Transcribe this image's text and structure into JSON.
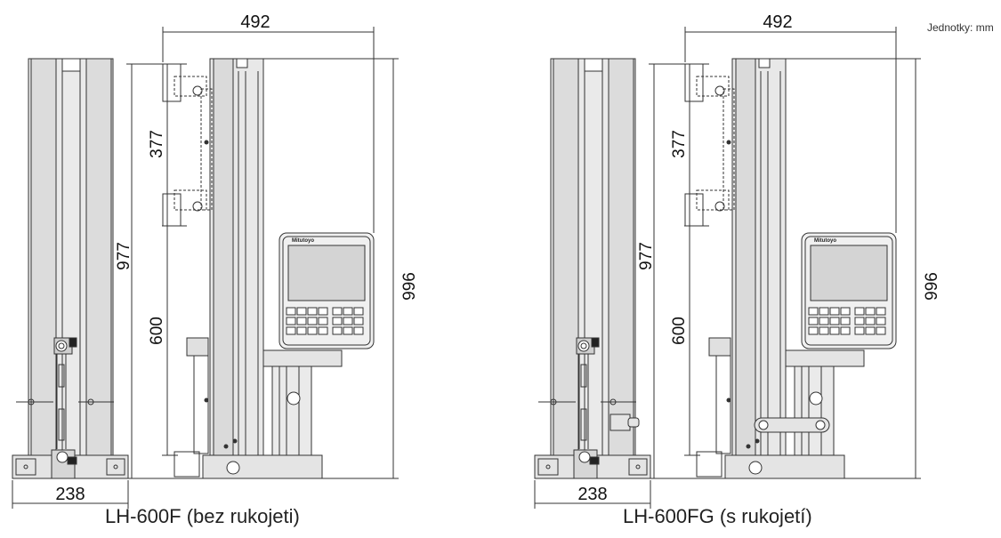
{
  "units_label": "Jednotky: mm",
  "models": [
    {
      "caption": "LH-600F (bez rukojeti)",
      "dimensions": {
        "width_top": "492",
        "total_height": "996",
        "column_height": "977",
        "upper_range": "377",
        "lower_range": "600",
        "base_width": "238"
      },
      "brand": "Mitutoyo",
      "has_handle": false
    },
    {
      "caption": "LH-600FG (s rukojetí)",
      "dimensions": {
        "width_top": "492",
        "total_height": "996",
        "column_height": "977",
        "upper_range": "377",
        "lower_range": "600",
        "base_width": "238"
      },
      "brand": "Mitutoyo",
      "has_handle": true
    }
  ]
}
